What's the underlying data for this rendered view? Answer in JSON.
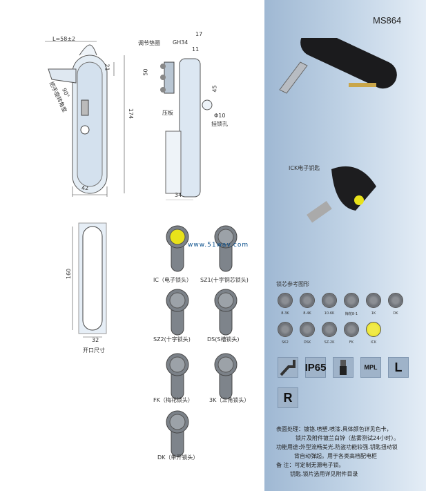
{
  "model": "MS864",
  "drawing": {
    "dim_L": "L=58±2",
    "dim_21": "21",
    "dim_angle": "90°",
    "angle_label": "把手旋转角度",
    "dim_174": "174",
    "dim_42": "42",
    "gasket": "调节垫圈",
    "gh": "GH34",
    "dim_17": "17",
    "dim_11": "11",
    "dim_50": "50",
    "dim_45": "45",
    "plate": "压板",
    "hole_dia": "Φ10",
    "hole_label": "挂锁孔",
    "dim_34": "34",
    "cut_160": "160",
    "cut_32": "32",
    "cutout_label": "开口尺寸"
  },
  "watermark": "www.51wav.com",
  "cylinders": [
    {
      "label": "IC（电子锁头）"
    },
    {
      "label": "SZ1(十字铜芯锁头)"
    },
    {
      "label": "SZ2(十字锁头)"
    },
    {
      "label": "DS(S槽锁头)"
    },
    {
      "label": "FK（梅花锁头）"
    },
    {
      "label": "3K（三角锁头）"
    },
    {
      "label": "DK（单开锁头）"
    }
  ],
  "ick_label": "ICK电子钥匙",
  "ref_title": "锁芯参考图形",
  "ref_shapes": [
    "8-3K",
    "8-4K",
    "10-6K",
    "梅花8-1",
    "1K",
    "DK",
    "SK2",
    "DSK",
    "SZ-2K",
    "FK",
    "ICK"
  ],
  "badges": [
    "",
    "IP65",
    "",
    "MPL",
    "L",
    "R"
  ],
  "description": [
    "表面处理：镀铬.喷塑.喷漆.具体颜色详见色卡，",
    "锁片及附件镀兰白锌（盐雾测试24小时）。",
    "功能用途:外型流畅美光.防盗功能较强.钥匙扭动锁",
    "背自动弹起。用于各类高档配电柜",
    "备  注：可定制无源电子锁。",
    "钥匙.锁片选用详见附件目录"
  ],
  "colors": {
    "panel": "#b5cbe0",
    "yellow": "#e8e21a"
  }
}
